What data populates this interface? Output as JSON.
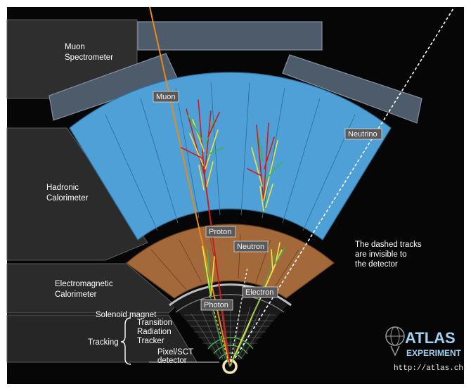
{
  "diagram": {
    "layers": {
      "muon_spectrometer": "Muon Spectrometer",
      "hadronic_calorimeter": "Hadronic Calorimeter",
      "electromagnetic_calorimeter": "Electromagnetic Calorimeter",
      "solenoid_magnet": "Solenoid magnet",
      "tracking": "Tracking",
      "transition_radiation_tracker": "Transition Radiation Tracker",
      "pixel_sct_detector": "Pixel/SCT detector"
    },
    "particles": {
      "muon": "Muon",
      "neutrino": "Neutrino",
      "proton": "Proton",
      "neutron": "Neutron",
      "electron": "Electron",
      "photon": "Photon"
    },
    "note": "The dashed tracks are invisible to the detector",
    "logo": {
      "name": "ATLAS",
      "subtitle": "EXPERIMENT",
      "url": "http://atlas.ch"
    },
    "colors": {
      "background": "#060606",
      "hadronic": "#4fa0d6",
      "em_calorimeter": "#a3693a",
      "muon_chamber": "#4e5b6b",
      "muon_track": "#e88a1a",
      "jet_red": "#d21b1b",
      "jet_yellow": "#f1e23b",
      "electron_track": "#f5d64a"
    }
  }
}
